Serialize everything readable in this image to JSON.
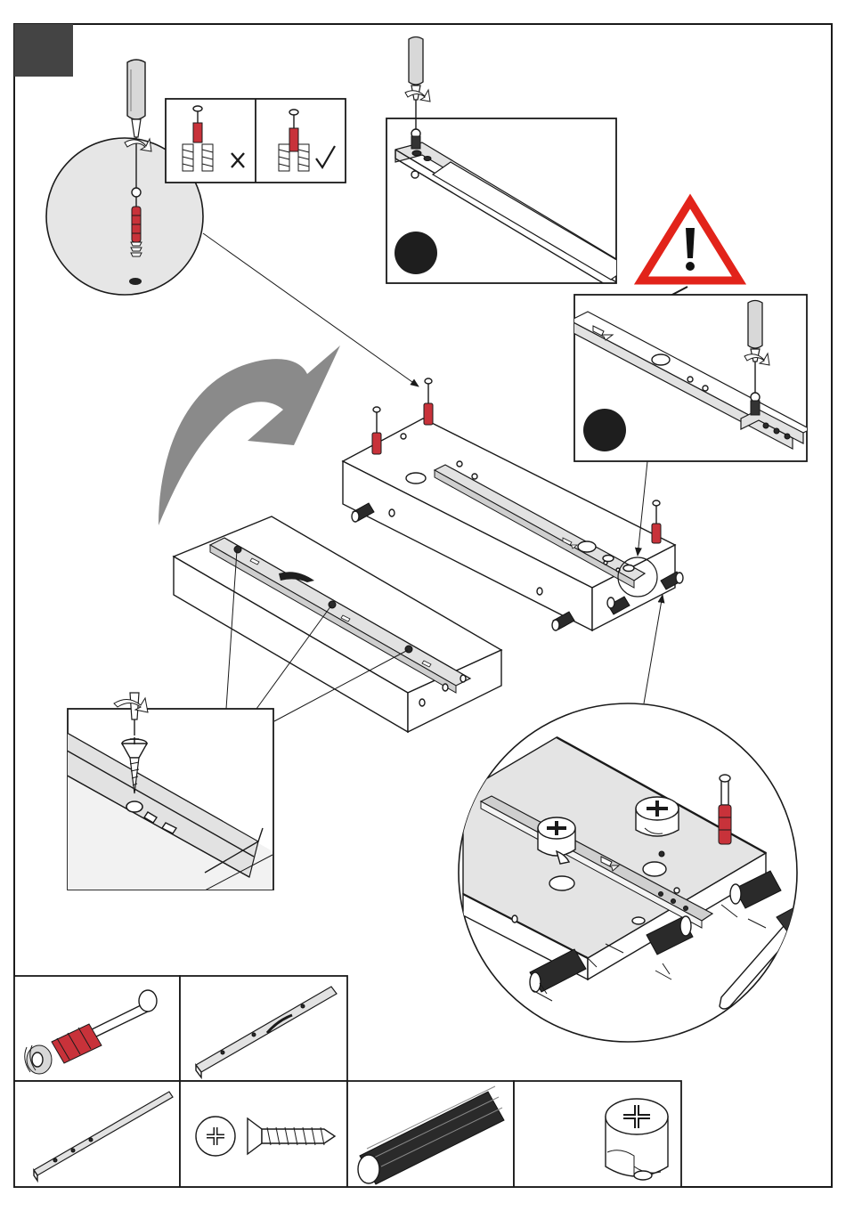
{
  "colors": {
    "step_block": "#444444",
    "arrow_gray": "#8a8a8a",
    "warning_red": "#e2231a",
    "cam_bolt_red": "#c8323a",
    "dark_badge": "#1e1e1e"
  },
  "icons": {
    "wrong_mark": "cross-mark-icon",
    "right_mark": "check-mark-icon",
    "warning": "warning-triangle-icon",
    "rotate": "rotate-arrow-icon",
    "screwdriver": "screwdriver-icon",
    "hammer": "hammer-icon"
  },
  "parts": [
    "cam-bolt",
    "drawer-runner",
    "runner-rail",
    "screw",
    "wooden-dowel",
    "cam-lock"
  ]
}
